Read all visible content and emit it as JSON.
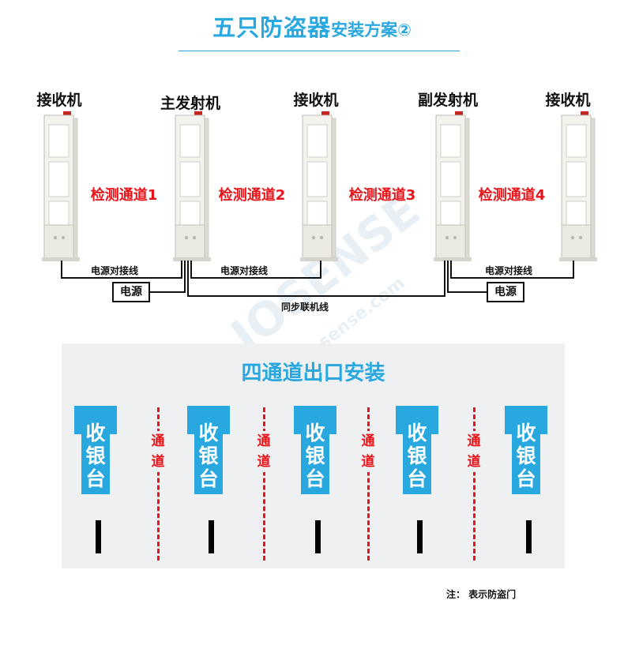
{
  "title": {
    "main": "五只防盗器",
    "sub": "安装方案②"
  },
  "gates": [
    {
      "label": "接收机"
    },
    {
      "label": "主发射机"
    },
    {
      "label": "接收机"
    },
    {
      "label": "副发射机"
    },
    {
      "label": "接收机"
    }
  ],
  "channels": [
    "检测通道1",
    "检测通道2",
    "检测通道3",
    "检测通道4"
  ],
  "wiring": {
    "power_pair_label": "电源对接线",
    "power_box_label": "电源",
    "sync_label": "同步联机线"
  },
  "watermark": {
    "brand": "JOSENSE",
    "url": "www.josense.com"
  },
  "layout_section": {
    "title": "四通道出口安装",
    "counter_label": "收银台",
    "lane_label": "通道",
    "counters": [
      {},
      {},
      {},
      {},
      {}
    ],
    "lanes": [
      {},
      {},
      {},
      {}
    ]
  },
  "note": "注：  表示防盗门",
  "colors": {
    "accent_blue": "#29a8e0",
    "warning_red": "#e8141a",
    "gate_body": "#f1f0ea",
    "panel_bg": "#eff0f2"
  }
}
